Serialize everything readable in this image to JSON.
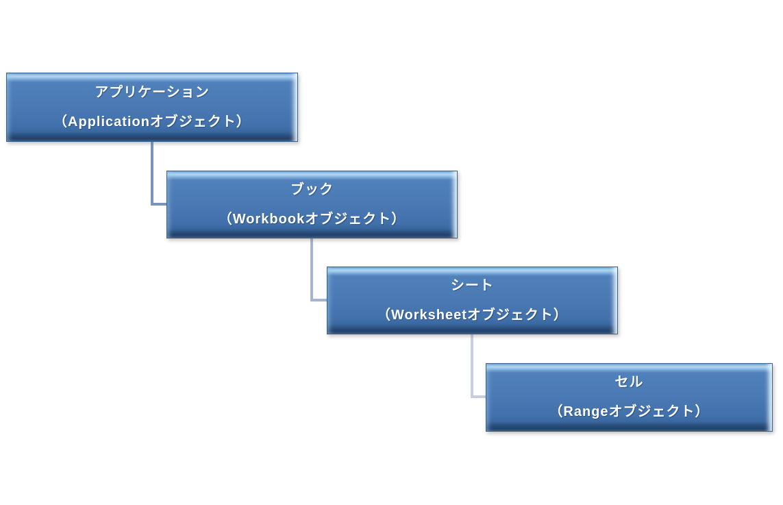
{
  "diagram": {
    "type": "hierarchy-cascade",
    "background_color": "#FFFFFF",
    "node_text_color": "#FFFFFF",
    "node_border_color": "#35608F"
  },
  "nodes": [
    {
      "title": "アプリケーション",
      "subtitle": "（Applicationオブジェクト）",
      "fill": "#4A79B4"
    },
    {
      "title": "ブック",
      "subtitle": "（Workbookオブジェクト）",
      "fill": "#4A79B4"
    },
    {
      "title": "シート",
      "subtitle": "（Worksheetオブジェクト）",
      "fill": "#4A79B4"
    },
    {
      "title": "セル",
      "subtitle": "（Rangeオブジェクト）",
      "fill": "#4A79B4"
    }
  ],
  "connectors": [
    {
      "from": "アプリケーション",
      "to": "ブック",
      "color": "#7A94C0"
    },
    {
      "from": "ブック",
      "to": "シート",
      "color": "#A6B4D4"
    },
    {
      "from": "シート",
      "to": "セル",
      "color": "#C6CFE1"
    }
  ]
}
